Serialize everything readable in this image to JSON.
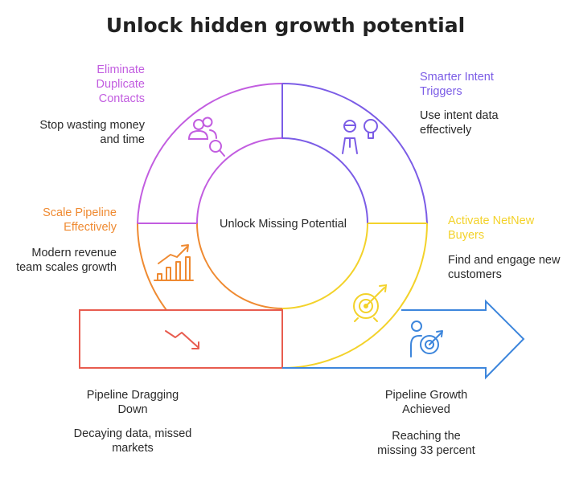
{
  "title": "Unlock hidden growth potential",
  "center": {
    "label": "Unlock Missing Potential"
  },
  "colors": {
    "purple": "#c25de0",
    "violet": "#7b5ce6",
    "yellow": "#f3d22a",
    "orange": "#ef8a31",
    "red": "#e85c4f",
    "blue": "#3d86dc",
    "text": "#2a2a2a"
  },
  "segments": {
    "duplicates": {
      "heading": "Eliminate Duplicate Contacts",
      "desc": "Stop wasting money and time",
      "icon": "duplicate-contacts-search-icon"
    },
    "intent": {
      "heading": "Smarter Intent Triggers",
      "desc": "Use intent data effectively",
      "icon": "person-lightbulb-icon"
    },
    "netnew": {
      "heading": "Activate NetNew Buyers",
      "desc": "Find and engage new customers",
      "icon": "target-dart-icon"
    },
    "pipeline": {
      "heading": "Scale Pipeline Effectively",
      "desc": "Modern revenue team scales growth",
      "icon": "growth-chart-icon"
    }
  },
  "outcomes": {
    "dragging": {
      "heading": "Pipeline Dragging Down",
      "desc": "Decaying data, missed markets",
      "icon": "trend-down-icon"
    },
    "growth": {
      "heading": "Pipeline Growth Achieved",
      "desc": "Reaching the missing 33 percent",
      "icon": "person-target-icon"
    }
  }
}
